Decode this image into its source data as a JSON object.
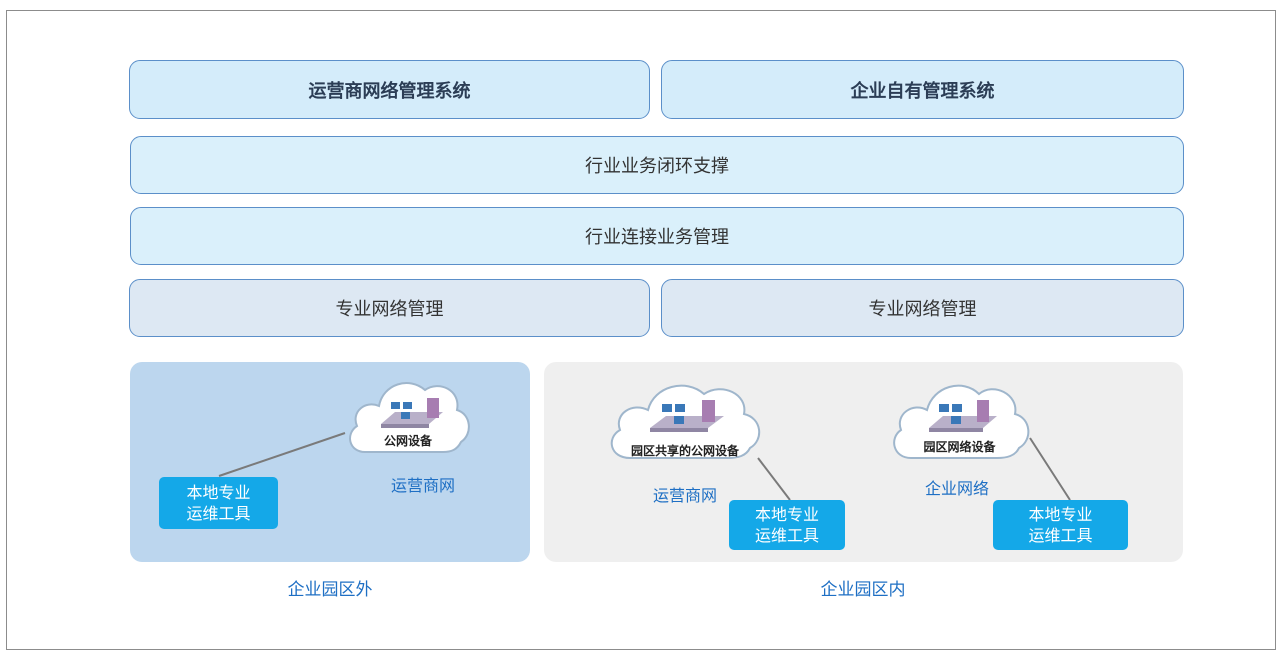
{
  "layers": {
    "operator_nms": "运营商网络管理系统",
    "enterprise_nms": "企业自有管理系统",
    "industry_loop": "行业业务闭环支撑",
    "industry_connect": "行业连接业务管理",
    "pro_net_mgmt_left": "专业网络管理",
    "pro_net_mgmt_right": "专业网络管理"
  },
  "outside": {
    "cloud_label": "公网设备",
    "network_label": "运营商网",
    "tool_line1": "本地专业",
    "tool_line2": "运维工具",
    "region_label": "企业园区外"
  },
  "inside": {
    "cloud1_label": "园区共享的公网设备",
    "network1_label": "运营商网",
    "tool1_line1": "本地专业",
    "tool1_line2": "运维工具",
    "cloud2_label": "园区网络设备",
    "network2_label": "企业网络",
    "tool2_line1": "本地专业",
    "tool2_line2": "运维工具",
    "region_label": "企业园区内"
  }
}
